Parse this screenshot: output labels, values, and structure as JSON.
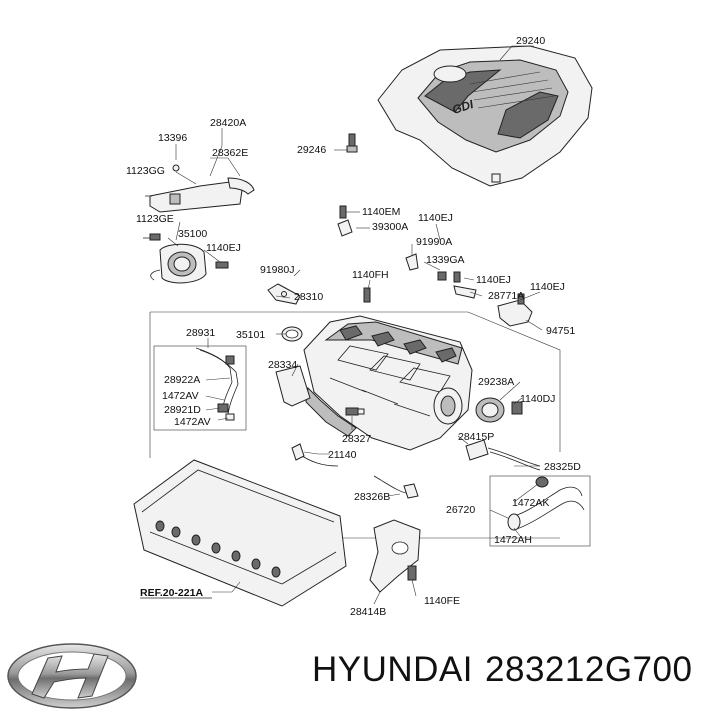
{
  "labels": {
    "p29240": "29240",
    "p29246": "29246",
    "p13396": "13396",
    "p28420A": "28420A",
    "p28362E": "28362E",
    "p1123GG": "1123GG",
    "p1123GE": "1123GE",
    "p35100": "35100",
    "p1140EJ_a": "1140EJ",
    "p1140EM": "1140EM",
    "p39300A": "39300A",
    "p1140EJ_b": "1140EJ",
    "p91990A": "91990A",
    "p1339GA": "1339GA",
    "p91980J": "91980J",
    "p28310": "28310",
    "p1140FH": "1140FH",
    "p1140EJ_c": "1140EJ",
    "p28771A": "28771A",
    "p1140EJ_d": "1140EJ",
    "p94751": "94751",
    "p28931": "28931",
    "p35101": "35101",
    "p28334": "28334",
    "p28922A": "28922A",
    "p1472AV_a": "1472AV",
    "p28921D": "28921D",
    "p1472AV_b": "1472AV",
    "p29238A": "29238A",
    "p1140DJ": "1140DJ",
    "p28327": "28327",
    "p28415P": "28415P",
    "p21140": "21140",
    "p28325D": "28325D",
    "p1472AK": "1472AK",
    "p28326B": "28326B",
    "p26720": "26720",
    "p1472AH": "1472AH",
    "pREF": "REF.20-221A",
    "p28414B": "28414B",
    "p1140FE": "1140FE"
  },
  "cover_badge": "GDI",
  "footer": {
    "brand": "HYUNDAI",
    "part_number": "283212G700",
    "logo_icon": "hyundai-logo-icon"
  }
}
